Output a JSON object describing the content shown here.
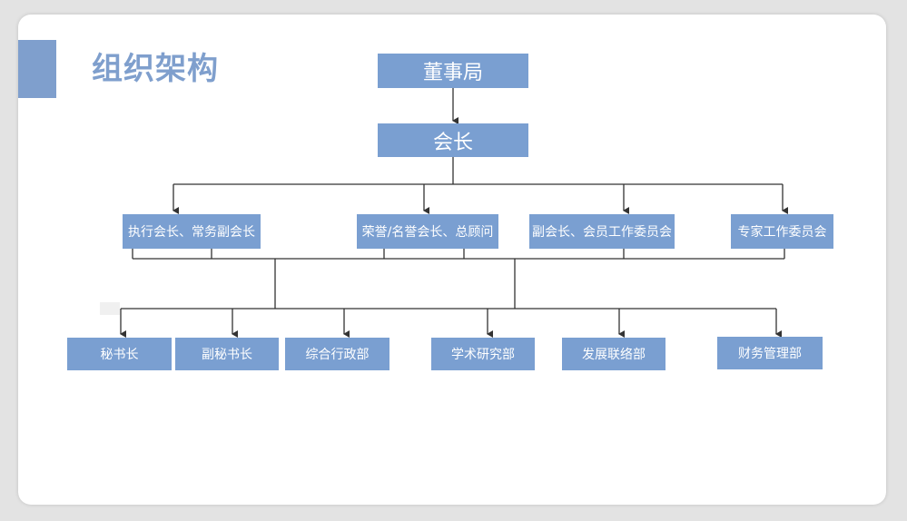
{
  "title": "组织架构",
  "colors": {
    "box": "#7a9fd1",
    "title": "#7f9fcd",
    "line": "#333333"
  },
  "org": {
    "board": "董事局",
    "president": "会长",
    "level2": [
      "执行会长、常务副会长",
      "荣誉/名誉会长、总顾问",
      "副会长、会员工作委员会",
      "专家工作委员会"
    ],
    "level3": [
      "秘书长",
      "副秘书长",
      "综合行政部",
      "学术研究部",
      "发展联络部",
      "财务管理部"
    ]
  }
}
